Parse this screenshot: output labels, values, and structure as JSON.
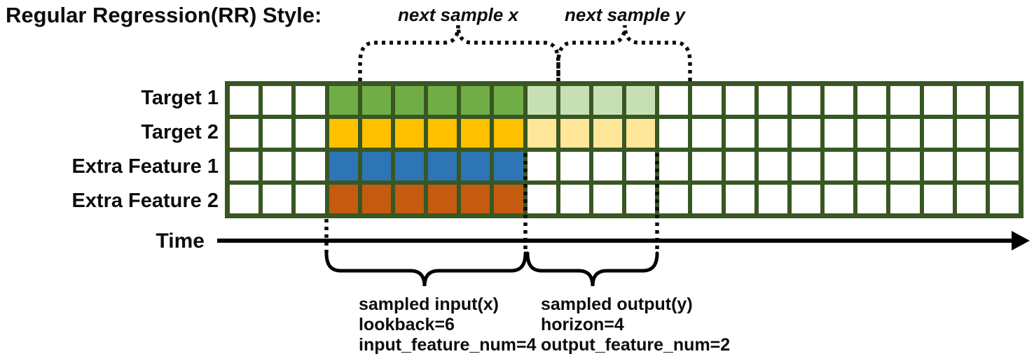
{
  "title": "Regular Regression(RR) Style:",
  "top_annotations": {
    "next_sample_x": "next sample x",
    "next_sample_y": "next sample y"
  },
  "grid": {
    "total_columns": 24,
    "num_rows": 4,
    "input_start_col": 4,
    "lookback": 6,
    "horizon": 4,
    "border_color": "#385723",
    "rows": [
      {
        "label": "Target 1",
        "input_color": "#70AD47",
        "output_color": "#C6E0B4"
      },
      {
        "label": "Target 2",
        "input_color": "#FFC000",
        "output_color": "#FFE699"
      },
      {
        "label": "Extra Feature 1",
        "input_color": "#2E75B6",
        "output_color": null
      },
      {
        "label": "Extra Feature 2",
        "input_color": "#C55A11",
        "output_color": null
      }
    ]
  },
  "time_axis": {
    "label": "Time"
  },
  "bottom_annotations": {
    "input": {
      "lines": [
        "sampled input(x)",
        "lookback=6",
        "input_feature_num=4"
      ]
    },
    "output": {
      "lines": [
        "sampled output(y)",
        "horizon=4",
        "output_feature_num=2"
      ]
    }
  }
}
